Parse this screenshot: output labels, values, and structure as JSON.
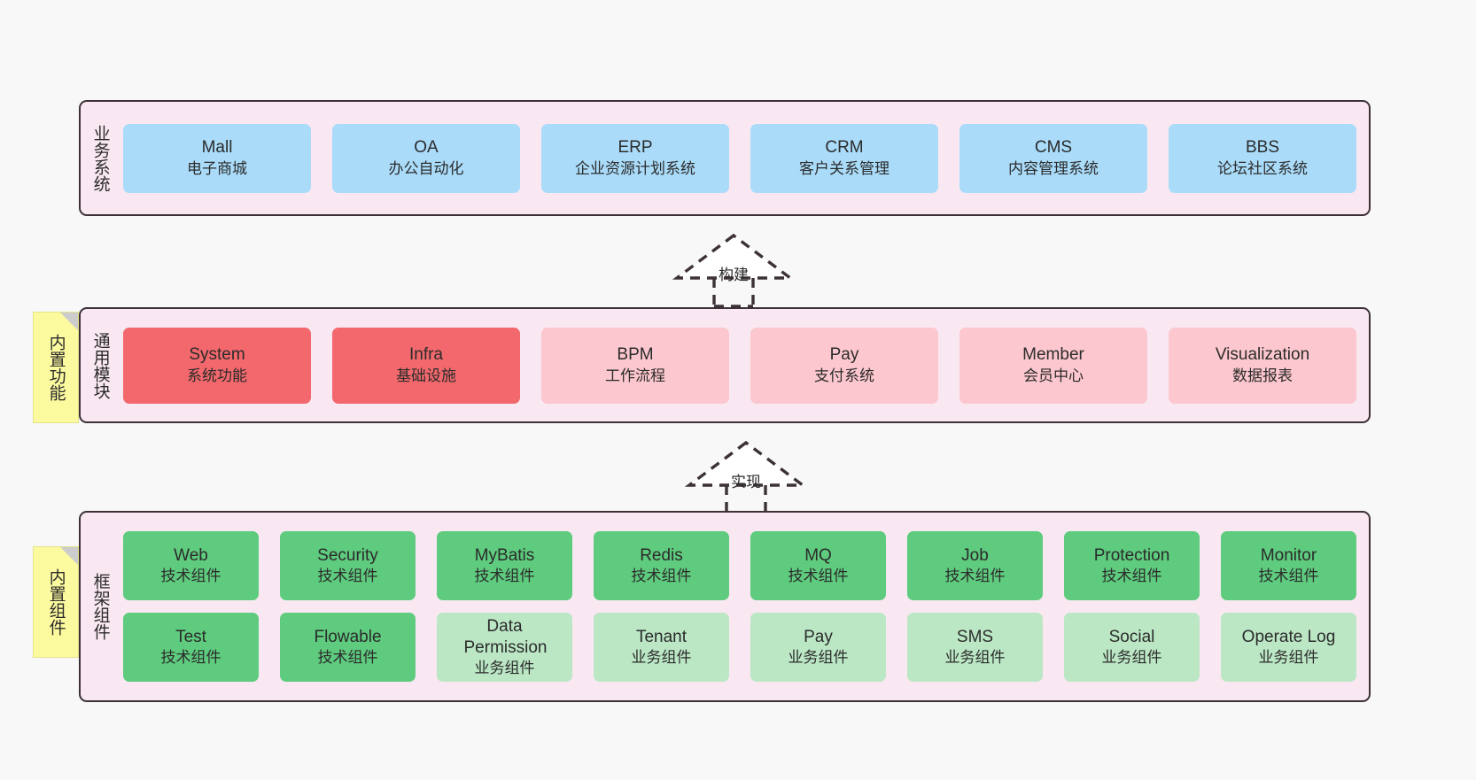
{
  "meta": {
    "background_color": "#f8f8f8",
    "band_background": "#f9e8f2",
    "band_border": "#3c3137"
  },
  "layers": [
    {
      "id": "business-system",
      "title": "业务系统",
      "color": "#aadcfa",
      "rows": [
        {
          "cells": [
            {
              "name": "Mall",
              "sub": "电子商城",
              "style": "c-blue"
            },
            {
              "name": "OA",
              "sub": "办公自动化",
              "style": "c-blue"
            },
            {
              "name": "ERP",
              "sub": "企业资源计划系统",
              "style": "c-blue"
            },
            {
              "name": "CRM",
              "sub": "客户关系管理",
              "style": "c-blue"
            },
            {
              "name": "CMS",
              "sub": "内容管理系统",
              "style": "c-blue"
            },
            {
              "name": "BBS",
              "sub": "论坛社区系统",
              "style": "c-blue"
            }
          ]
        }
      ]
    },
    {
      "id": "common-module",
      "title": "通用模块",
      "note": "内置功能",
      "rows": [
        {
          "cells": [
            {
              "name": "System",
              "sub": "系统功能",
              "style": "c-red"
            },
            {
              "name": "Infra",
              "sub": "基础设施",
              "style": "c-red"
            },
            {
              "name": "BPM",
              "sub": "工作流程",
              "style": "c-pink"
            },
            {
              "name": "Pay",
              "sub": "支付系统",
              "style": "c-pink"
            },
            {
              "name": "Member",
              "sub": "会员中心",
              "style": "c-pink"
            },
            {
              "name": "Visualization",
              "sub": "数据报表",
              "style": "c-pink"
            }
          ]
        }
      ]
    },
    {
      "id": "framework-component",
      "title": "框架组件",
      "note": "内置组件",
      "rows": [
        {
          "cells": [
            {
              "name": "Web",
              "sub": "技术组件",
              "style": "c-green-dark"
            },
            {
              "name": "Security",
              "sub": "技术组件",
              "style": "c-green-dark"
            },
            {
              "name": "MyBatis",
              "sub": "技术组件",
              "style": "c-green-dark"
            },
            {
              "name": "Redis",
              "sub": "技术组件",
              "style": "c-green-dark"
            },
            {
              "name": "MQ",
              "sub": "技术组件",
              "style": "c-green-dark"
            },
            {
              "name": "Job",
              "sub": "技术组件",
              "style": "c-green-dark"
            },
            {
              "name": "Protection",
              "sub": "技术组件",
              "style": "c-green-dark"
            },
            {
              "name": "Monitor",
              "sub": "技术组件",
              "style": "c-green-dark"
            }
          ]
        },
        {
          "cells": [
            {
              "name": "Test",
              "sub": "技术组件",
              "style": "c-green-dark"
            },
            {
              "name": "Flowable",
              "sub": "技术组件",
              "style": "c-green-dark"
            },
            {
              "name": "Data Permission",
              "sub": "业务组件",
              "style": "c-green-light"
            },
            {
              "name": "Tenant",
              "sub": "业务组件",
              "style": "c-green-light"
            },
            {
              "name": "Pay",
              "sub": "业务组件",
              "style": "c-green-light"
            },
            {
              "name": "SMS",
              "sub": "业务组件",
              "style": "c-green-light"
            },
            {
              "name": "Social",
              "sub": "业务组件",
              "style": "c-green-light"
            },
            {
              "name": "Operate Log",
              "sub": "业务组件",
              "style": "c-green-light"
            }
          ]
        }
      ]
    }
  ],
  "connectors": [
    {
      "id": "build",
      "label": "构建"
    },
    {
      "id": "implement",
      "label": "实现"
    }
  ]
}
